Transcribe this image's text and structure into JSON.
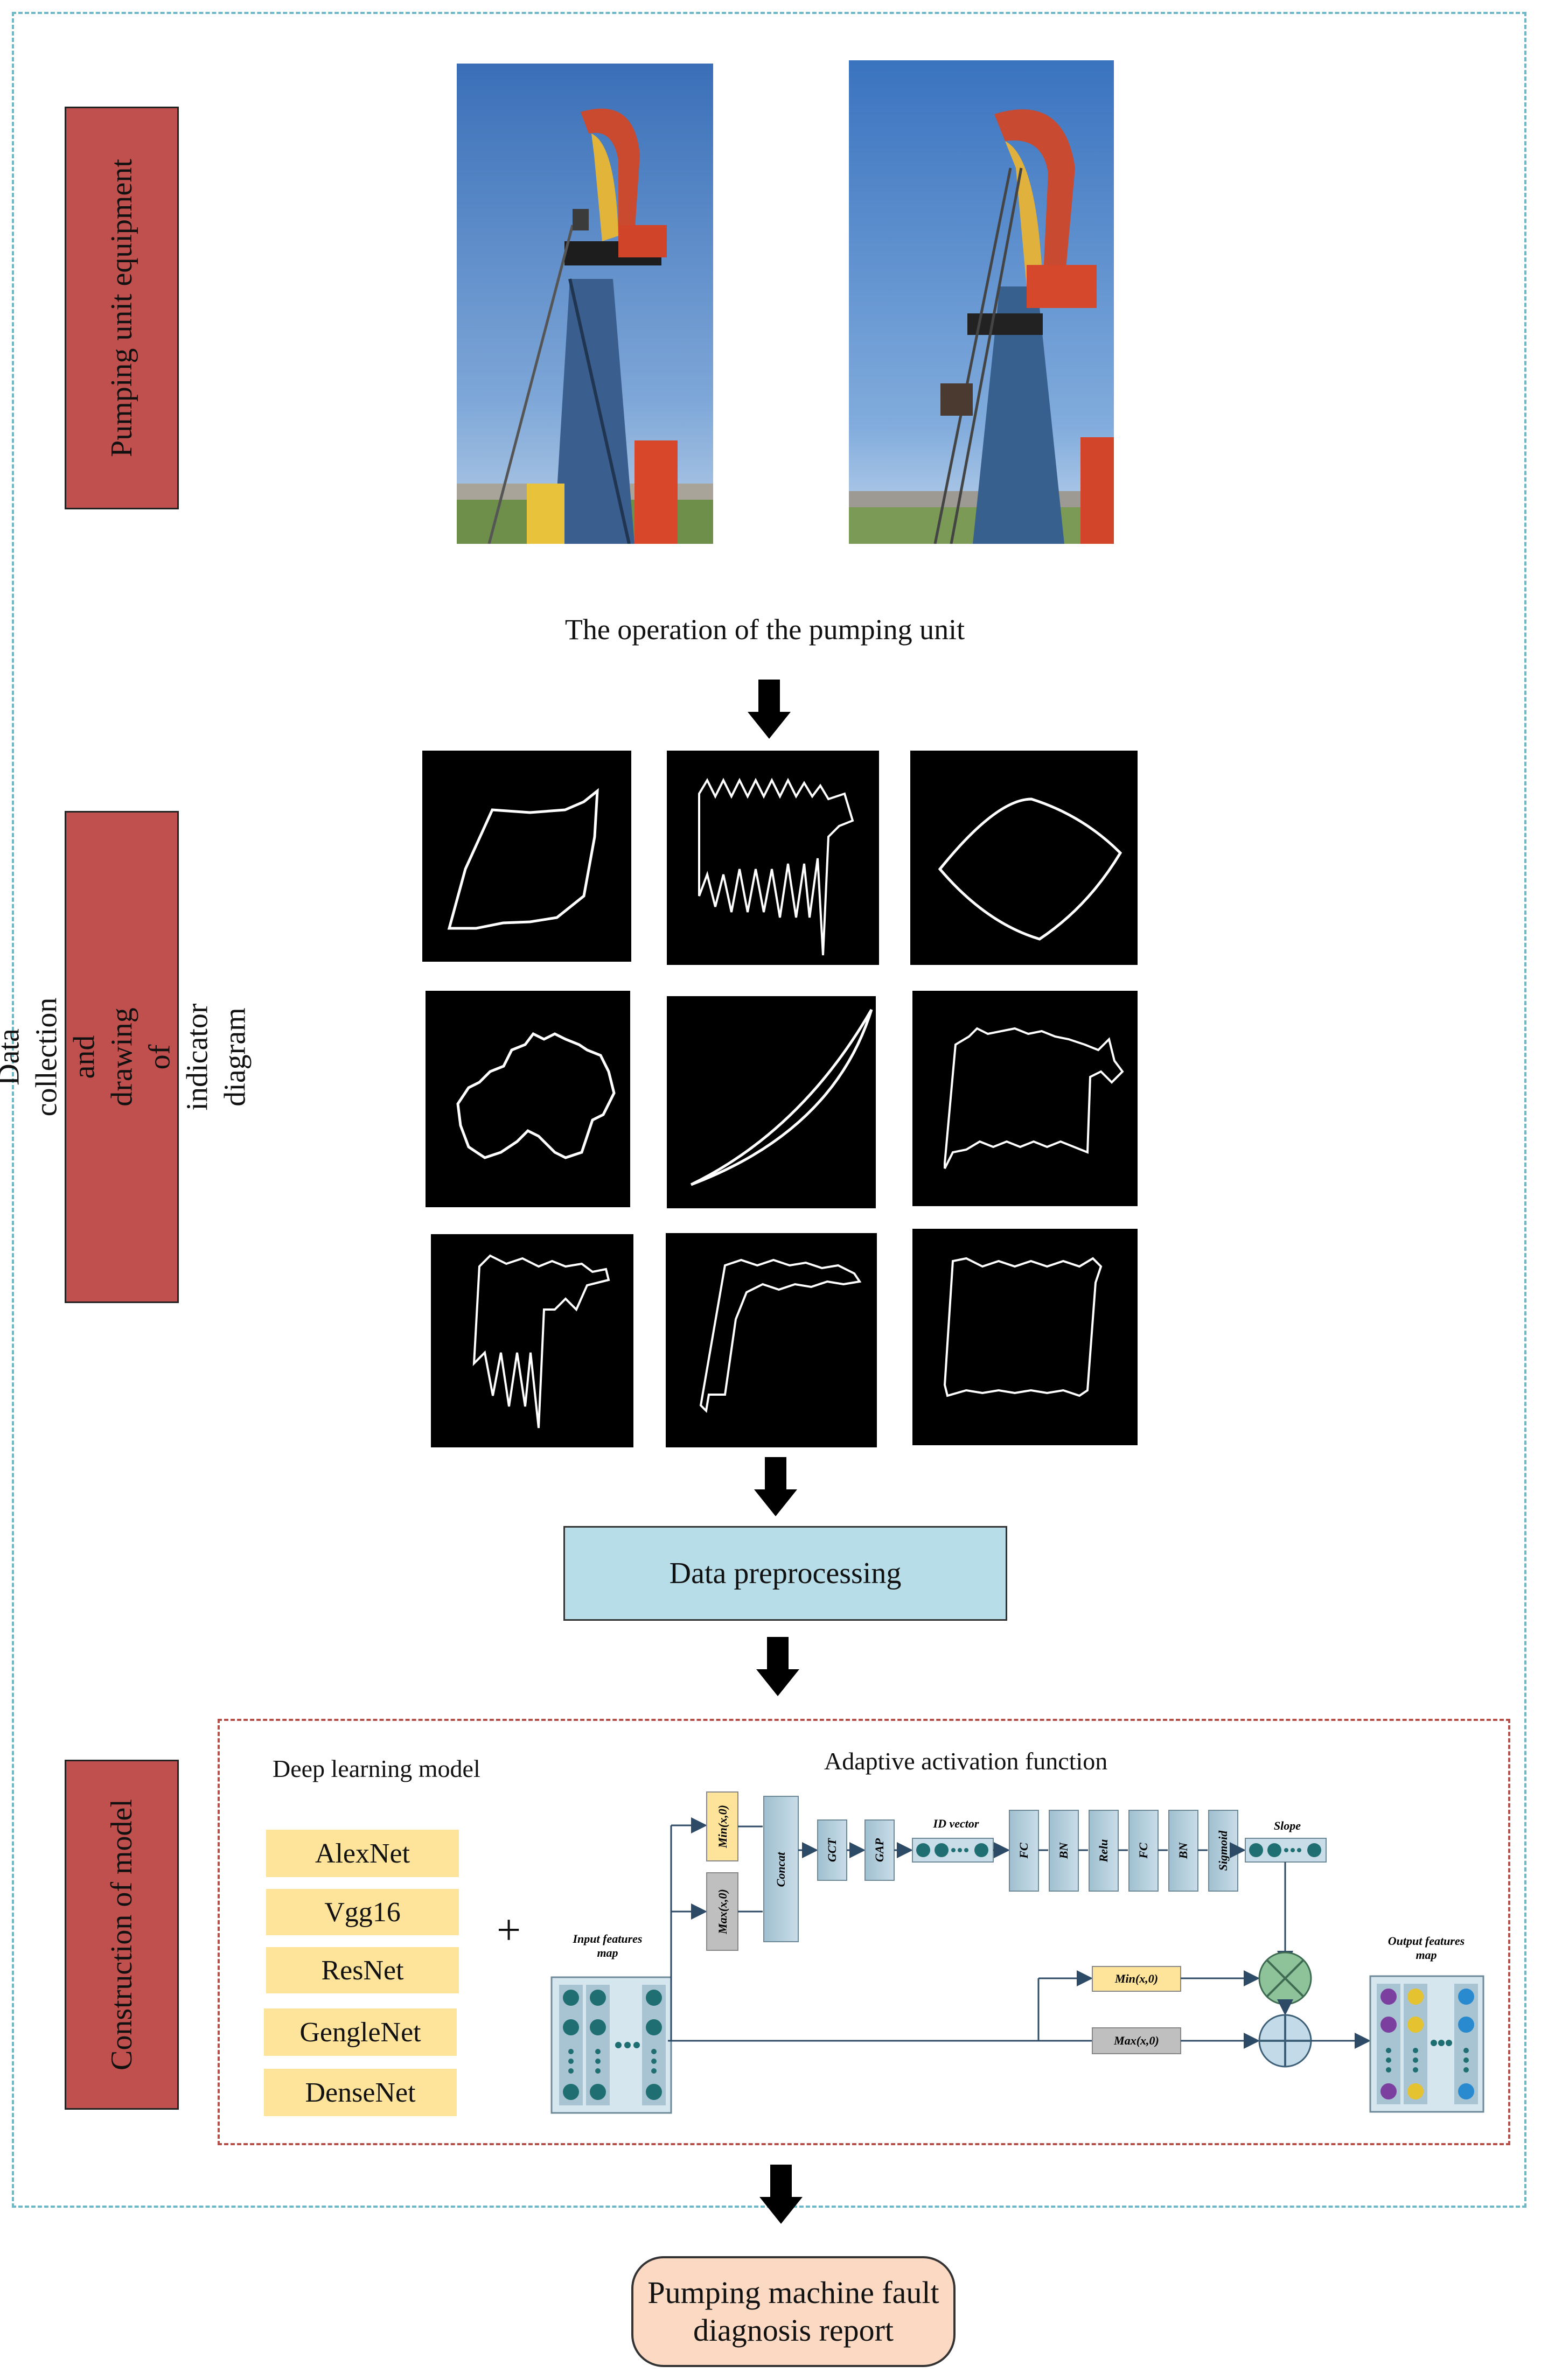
{
  "stages": {
    "equipment": "Pumping unit equipment",
    "data_collection": "Data collection and drawing of indicator diagram",
    "model": "Construction of model"
  },
  "photos": {
    "caption": "The operation of the pumping unit"
  },
  "preprocessing": {
    "label": "Data preprocessing"
  },
  "model_section": {
    "left_heading": "Deep learning model",
    "right_heading": "Adaptive activation function",
    "models": [
      "AlexNet",
      "Vgg16",
      "ResNet",
      "GengleNet",
      "DenseNet"
    ],
    "plus": "+"
  },
  "aaf": {
    "input_label": "Input features map",
    "output_label": "Output features map",
    "min_top": "Min(x,0)",
    "max_top": "Max(x,0)",
    "concat": "Concat",
    "gct": "GCT",
    "gap": "GAP",
    "id_vector": "ID vector",
    "fc1": "FC",
    "bn1": "BN",
    "relu": "Relu",
    "fc2": "FC",
    "bn2": "BN",
    "sigmoid": "Sigmoid",
    "slope": "Slope",
    "min_bottom": "Min(x,0)",
    "max_bottom": "Max(x,0)"
  },
  "report": {
    "line1": "Pumping machine fault",
    "line2": "diagnosis report"
  },
  "colors": {
    "stage_fill": "#c0504d",
    "preprocess_fill": "#b7dde8",
    "model_chip_fill": "#fde49a",
    "report_fill": "#fbd9c3",
    "outer_dash": "#6cb8c7",
    "model_dash": "#b5504b"
  }
}
